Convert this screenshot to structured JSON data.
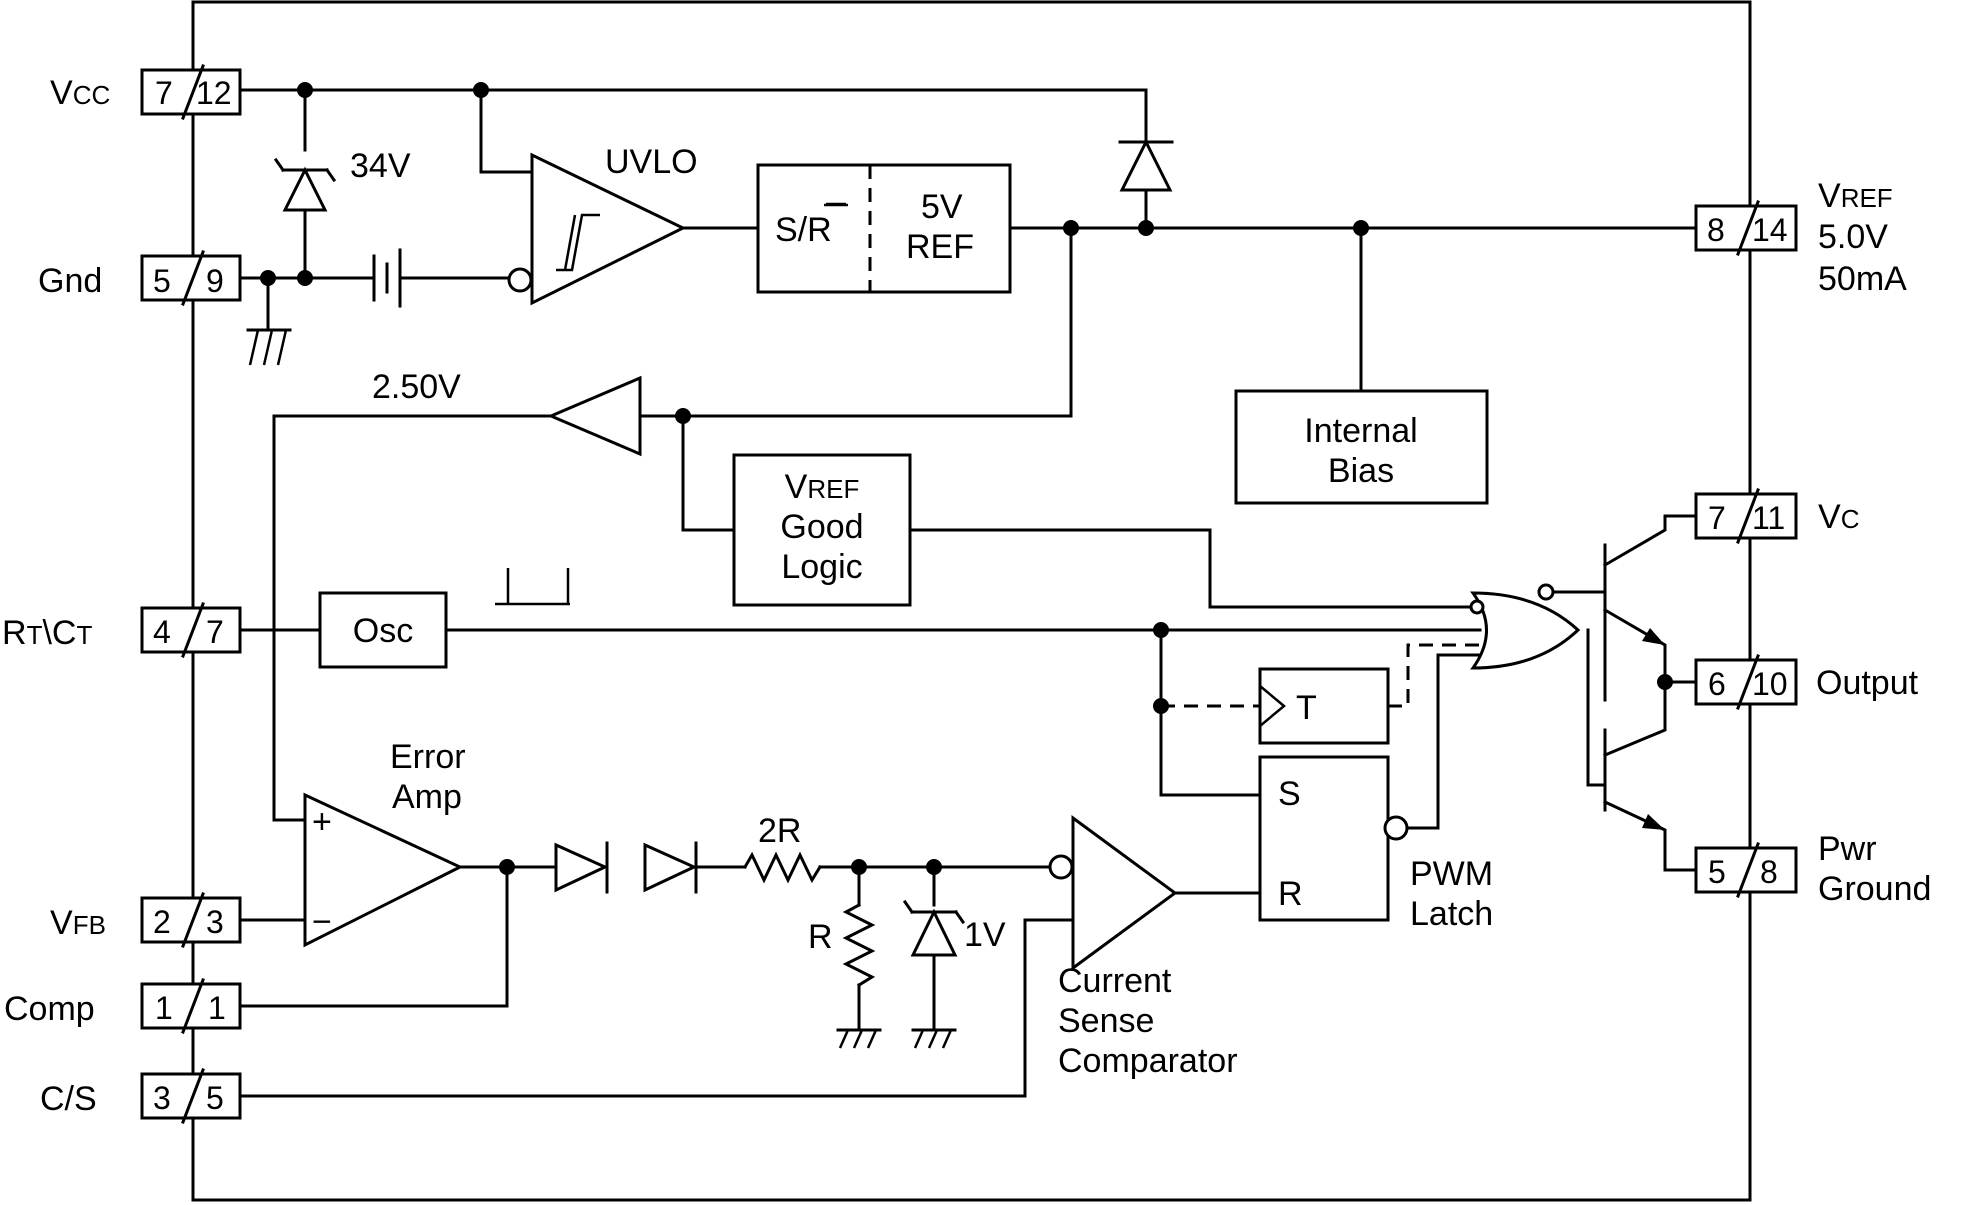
{
  "pins": {
    "vcc": {
      "name": "VCC",
      "main": "V",
      "sub": "CC",
      "left": "7",
      "right": "12"
    },
    "gnd": {
      "name": "Gnd",
      "left": "5",
      "right": "9"
    },
    "rtct": {
      "name": "RT\\CT",
      "parts": [
        "R",
        "T",
        "\\",
        "C",
        "T"
      ],
      "left": "4",
      "right": "7"
    },
    "vfb": {
      "name": "VFB",
      "main": "V",
      "sub": "FB",
      "left": "2",
      "right": "3"
    },
    "comp": {
      "name": "Comp",
      "left": "1",
      "right": "1"
    },
    "cs": {
      "name": "C/S",
      "left": "3",
      "right": "5"
    },
    "vref": {
      "name": "VREF",
      "main": "V",
      "sub": "REF",
      "line2": "5.0V",
      "line3": "50mA",
      "left": "8",
      "right": "14"
    },
    "vc": {
      "name": "VC",
      "main": "V",
      "sub": "C",
      "left": "7",
      "right": "11"
    },
    "output": {
      "name": "Output",
      "left": "6",
      "right": "10"
    },
    "pwrgnd": {
      "name": "Pwr Ground",
      "line1": "Pwr",
      "line2": "Ground",
      "left": "5",
      "right": "8"
    }
  },
  "blocks": {
    "zener_34v": "34V",
    "uvlo": "UVLO",
    "sr_label": "S/",
    "sr_r": "R",
    "ref_line1": "5V",
    "ref_line2": "REF",
    "ref_250": "2.50V",
    "internal_bias_line1": "Internal",
    "internal_bias_line2": "Bias",
    "vref_good_main": "V",
    "vref_good_sub": "REF",
    "vref_good_line2": "Good",
    "vref_good_line3": "Logic",
    "osc": "Osc",
    "toggle": "T",
    "latch_s": "S",
    "latch_r": "R",
    "pwm_latch_line1": "PWM",
    "pwm_latch_line2": "Latch",
    "error_amp_line1": "Error",
    "error_amp_line2": "Amp",
    "plus": "+",
    "minus": "−",
    "res_2r": "2R",
    "res_r": "R",
    "zener_1v": "1V",
    "csc_line1": "Current",
    "csc_line2": "Sense",
    "csc_line3": "Comparator"
  }
}
